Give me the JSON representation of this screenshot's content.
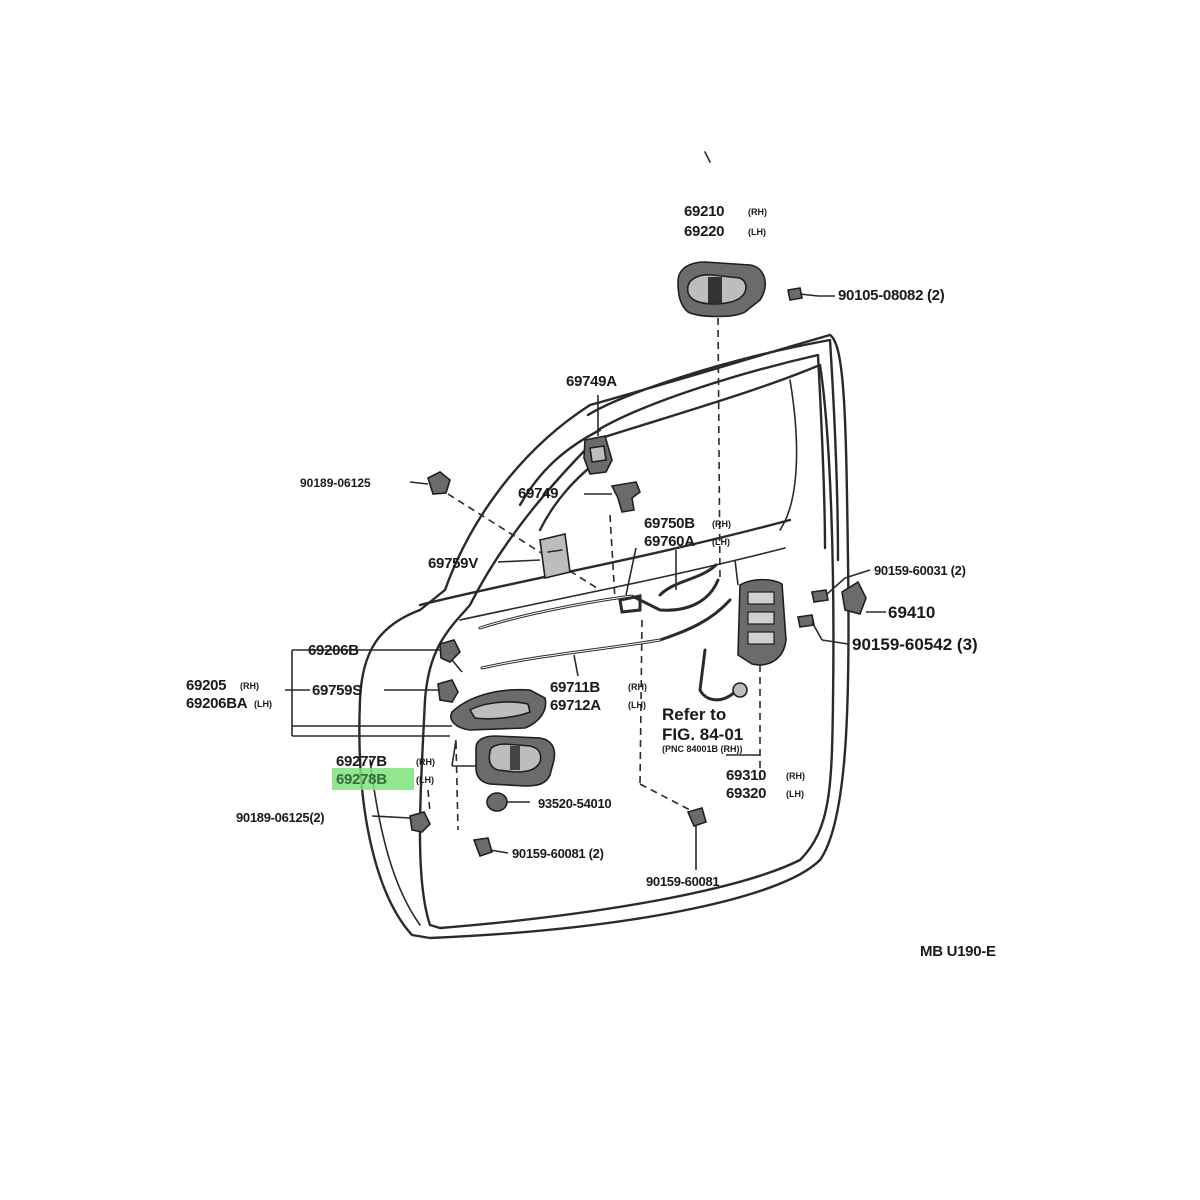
{
  "highlight_color": "#7CE37C",
  "labels": {
    "p69210": "69210",
    "p69220": "69220",
    "rh": "(RH)",
    "lh": "(LH)",
    "p90105": "90105-08082 (2)",
    "p69749a": "69749A",
    "p90189a": "90189-06125",
    "p69749": "69749",
    "p69750b": "69750B",
    "p69760a": "69760A",
    "p69759v": "69759V",
    "p90159_31": "90159-60031 (2)",
    "p69410": "69410",
    "p90159_42": "90159-60542 (3)",
    "p69206b": "69206B",
    "p69205": "69205",
    "p69206ba": "69206BA",
    "p69759s": "69759S",
    "p69711b": "69711B",
    "p69712a": "69712A",
    "refer1": "Refer to",
    "refer2": "FIG. 84-01",
    "refer3": "(PNC 84001B (RH))",
    "p69277b": "69277B",
    "p69278b": "69278B",
    "p69310": "69310",
    "p69320": "69320",
    "p93520": "93520-54010",
    "p90189b": "90189-06125(2)",
    "p90159_81a": "90159-60081 (2)",
    "p90159_81b": "90159-60081",
    "code": "MB U190-E"
  }
}
